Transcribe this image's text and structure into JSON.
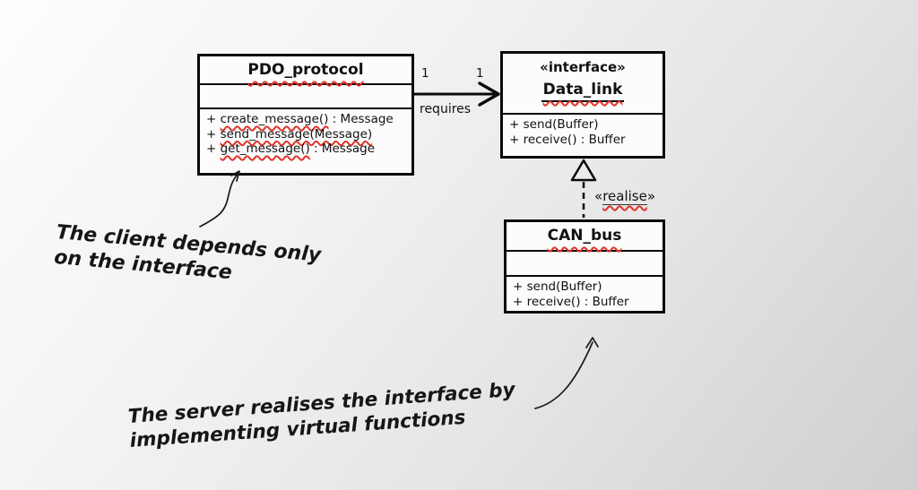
{
  "diagram": {
    "pdo": {
      "title": "PDO_protocol",
      "methods": [
        {
          "pre": "+ ",
          "name": "create_message()",
          "post": " : Message"
        },
        {
          "pre": "+ ",
          "name": "send_message(Message)",
          "post": ""
        },
        {
          "pre": "+ ",
          "name": "get_message()",
          "post": " : Message"
        }
      ]
    },
    "datalink": {
      "stereotype": "«interface»",
      "title": "Data_link",
      "methods": [
        "+ send(Buffer)",
        "+ receive() : Buffer"
      ]
    },
    "canbus": {
      "title": "CAN_bus",
      "methods": [
        "+ send(Buffer)",
        "+ receive() : Buffer"
      ]
    },
    "requires_relation": {
      "label": "requires",
      "source_multiplicity": "1",
      "target_multiplicity": "1"
    },
    "realise_relation": {
      "open": "«",
      "name": "realise",
      "close": "»"
    }
  },
  "notes": {
    "client": {
      "line1": "The client depends only",
      "line2": "on the interface"
    },
    "server": {
      "line1": "The server realises the interface by",
      "line2": "implementing virtual functions"
    }
  },
  "colors": {
    "box_border": "#0a0a0a",
    "box_fill": "#fcfcfc",
    "spellcheck_squiggle": "#e0352b",
    "background_start": "#fefefe",
    "background_end": "#cfcfcf"
  }
}
